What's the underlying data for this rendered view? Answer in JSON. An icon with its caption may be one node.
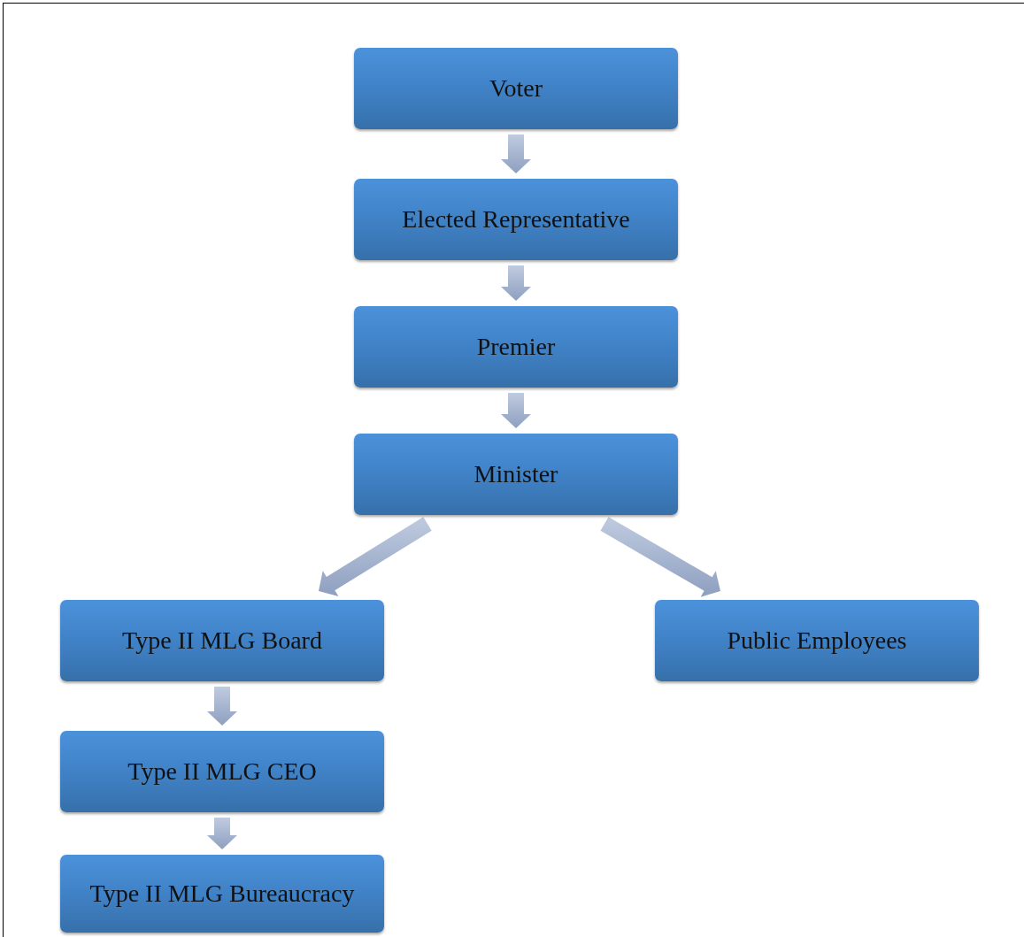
{
  "diagram": {
    "nodes": [
      {
        "text": [
          "Voter"
        ]
      },
      {
        "text": [
          "Elected Representative"
        ]
      },
      {
        "text": [
          "Premier"
        ]
      },
      {
        "text": [
          "Minister"
        ]
      },
      {
        "text": [
          "Type II MLG Board"
        ]
      },
      {
        "text": [
          "Public Employees"
        ]
      },
      {
        "text": [
          "Type II MLG CEO"
        ]
      },
      {
        "text": [
          "Type II MLG Bureaucracy"
        ]
      }
    ],
    "edges": [
      {
        "from": 0,
        "to": 1,
        "arrow": "to"
      },
      {
        "from": 1,
        "to": 2,
        "arrow": "to"
      },
      {
        "from": 2,
        "to": 3,
        "arrow": "to"
      },
      {
        "from": 3,
        "to": 4,
        "arrow": "to"
      },
      {
        "from": 3,
        "to": 5,
        "arrow": "to"
      },
      {
        "from": 4,
        "to": 6,
        "arrow": "to"
      },
      {
        "from": 6,
        "to": 7,
        "arrow": "to"
      }
    ]
  }
}
